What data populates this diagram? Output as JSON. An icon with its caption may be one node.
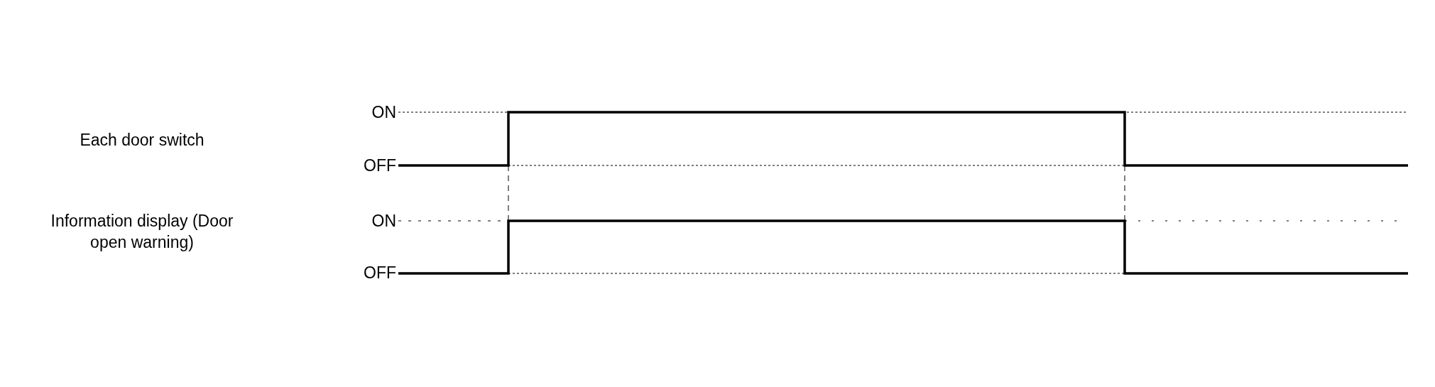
{
  "diagram": {
    "labels": [
      "Each door switch",
      "ON",
      "OFF",
      "Information display (Door open warning)",
      "ON",
      "OFF"
    ]
  }
}
